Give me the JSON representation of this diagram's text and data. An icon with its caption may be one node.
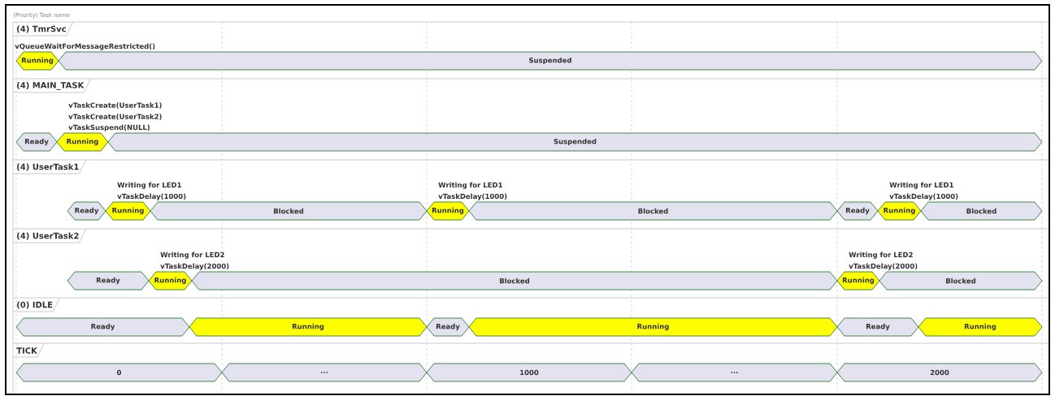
{
  "diagram": {
    "nodes": [
      {
        "text": [
          "Running"
        ],
        "beside": [
          "vQueueWaitForMessageRestricted()"
        ]
      },
      {
        "text": [
          "Suspended"
        ]
      },
      {
        "text": [
          "Ready"
        ]
      },
      {
        "text": [
          "Running"
        ],
        "beside": [
          "vTaskCreate(UserTask1)",
          "vTaskCreate(UserTask2)",
          "vTaskSuspend(NULL)"
        ]
      },
      {
        "text": [
          "Suspended"
        ]
      },
      {
        "text": [
          "Ready"
        ]
      },
      {
        "text": [
          "Running"
        ],
        "beside": [
          "Writing for LED1",
          "vTaskDelay(1000)"
        ]
      },
      {
        "text": [
          "Blocked"
        ]
      },
      {
        "text": [
          "Running"
        ],
        "beside": [
          "Writing for LED1",
          "vTaskDelay(1000)"
        ]
      },
      {
        "text": [
          "Blocked"
        ]
      },
      {
        "text": [
          "Ready"
        ]
      },
      {
        "text": [
          "Running"
        ],
        "beside": [
          "Writing for LED1",
          "vTaskDelay(1000)"
        ]
      },
      {
        "text": [
          "Blocked"
        ]
      },
      {
        "text": [
          "Ready"
        ]
      },
      {
        "text": [
          "Running"
        ],
        "beside": [
          "Writing for LED2",
          "vTaskDelay(2000)"
        ]
      },
      {
        "text": [
          "Blocked"
        ]
      },
      {
        "text": [
          "Running"
        ],
        "beside": [
          "Writing for LED2",
          "vTaskDelay(2000)"
        ]
      },
      {
        "text": [
          "Blocked"
        ]
      },
      {
        "text": [
          "Ready"
        ]
      },
      {
        "text": [
          "Running"
        ]
      },
      {
        "text": [
          "Ready"
        ]
      },
      {
        "text": [
          "Running"
        ]
      },
      {
        "text": [
          "Ready"
        ]
      },
      {
        "text": [
          "Running"
        ]
      },
      {
        "text": [
          "0"
        ]
      },
      {
        "text": [
          "..."
        ]
      },
      {
        "text": [
          "1000"
        ]
      },
      {
        "text": [
          "..."
        ]
      },
      {
        "text": [
          "2000"
        ]
      }
    ],
    "labels": [
      "(Priority) Task name",
      "(4) TmrSvc",
      "(4) MAIN_TASK",
      "(4) UserTask1",
      "(4) UserTask2",
      "(0) IDLE",
      "TICK"
    ]
  }
}
